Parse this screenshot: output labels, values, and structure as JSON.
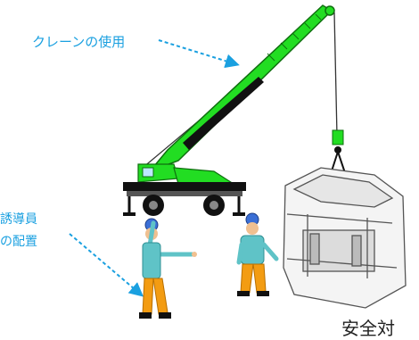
{
  "labels": {
    "crane_use": "クレーンの使用",
    "guide_line1": "誘導員",
    "guide_line2": "の配置",
    "footer_partial": "安全対"
  },
  "colors": {
    "annotation_text": "#1aa0e0",
    "arrow": "#1aa0e0",
    "crane_body": "#22dd22",
    "crane_black": "#111111",
    "worker_shirt": "#5fc3c7",
    "worker_pants": "#f39c12",
    "worker_helmet": "#3b6fd6",
    "load_outline": "#555555"
  },
  "icons": {
    "crane": "mobile-crane-illustration",
    "worker_signaling": "worker-signaling-icon",
    "worker_watching": "worker-watching-icon",
    "load": "steel-formwork-load-icon"
  }
}
